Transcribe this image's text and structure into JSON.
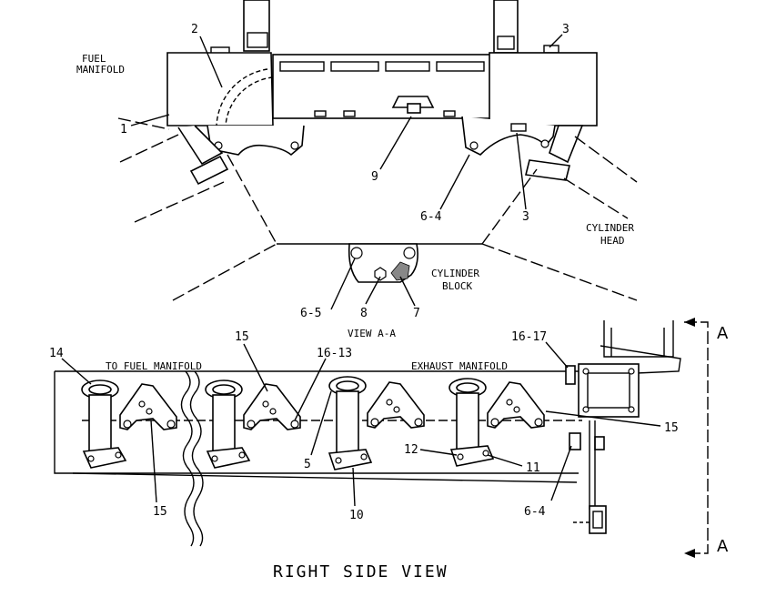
{
  "labels": {
    "fuel_manifold": [
      "FUEL",
      "MANIFOLD"
    ],
    "cylinder_head": [
      "CYLINDER",
      "HEAD"
    ],
    "cylinder_block": [
      "CYLINDER",
      "BLOCK"
    ],
    "view_aa": "VIEW A-A",
    "to_fuel_manifold": "TO FUEL MANIFOLD",
    "exhaust_manifold": "EXHAUST MANIFOLD",
    "right_side_view": "RIGHT SIDE VIEW",
    "section_a_top": "A",
    "section_a_bottom": "A"
  },
  "callouts": {
    "c1": "1",
    "c2": "2",
    "c3_top": "3",
    "c3_lower": "3",
    "c9": "9",
    "c6_4_top": "6-4",
    "c6_5": "6-5",
    "c8": "8",
    "c7": "7",
    "c14": "14",
    "c15_a": "15",
    "c16_13": "16-13",
    "c16_17": "16-17",
    "c15_right": "15",
    "c12": "12",
    "c11": "11",
    "c5": "5",
    "c10": "10",
    "c15_bottom": "15",
    "c6_4_bottom": "6-4"
  }
}
